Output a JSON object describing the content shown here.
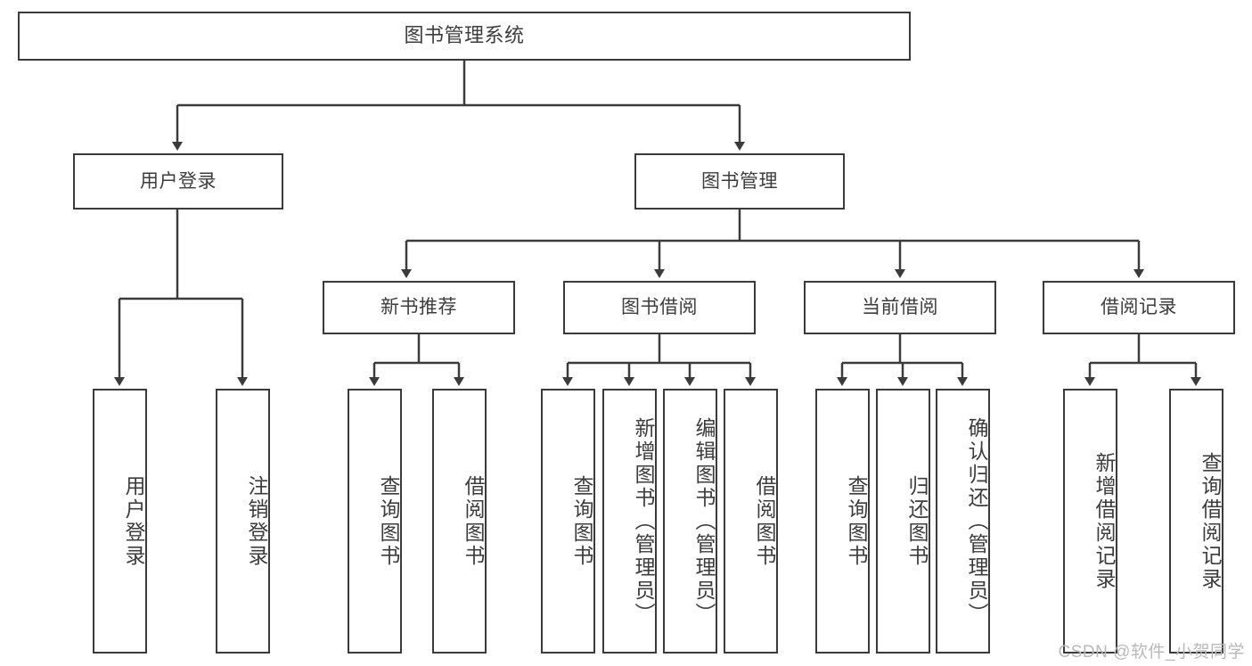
{
  "diagram": {
    "title": "图书管理系统",
    "type": "tree",
    "root": {
      "label": "图书管理系统"
    },
    "level2": [
      {
        "label": "用户登录"
      },
      {
        "label": "图书管理"
      }
    ],
    "level3": [
      {
        "label": "新书推荐"
      },
      {
        "label": "图书借阅"
      },
      {
        "label": "当前借阅"
      },
      {
        "label": "借阅记录"
      }
    ],
    "leaves": {
      "user_login": [
        {
          "label": "用户登录"
        },
        {
          "label": "注销登录"
        }
      ],
      "new_book_recommend": [
        {
          "label": "查询图书"
        },
        {
          "label": "借阅图书"
        }
      ],
      "book_borrow": [
        {
          "label": "查询图书"
        },
        {
          "label": "新增图书（管理员）"
        },
        {
          "label": "编辑图书（管理员）"
        },
        {
          "label": "借阅图书"
        }
      ],
      "current_borrow": [
        {
          "label": "查询图书"
        },
        {
          "label": "归还图书"
        },
        {
          "label": "确认归还（管理员）"
        }
      ],
      "borrow_record": [
        {
          "label": "新增借阅记录"
        },
        {
          "label": "查询借阅记录"
        }
      ]
    }
  },
  "watermark": {
    "text": "CSDN @软件_小贺同学"
  },
  "colors": {
    "stroke": "#3b3b3b",
    "text": "#3d3d3d",
    "background": "#ffffff",
    "watermark": "#b9b9b9"
  }
}
